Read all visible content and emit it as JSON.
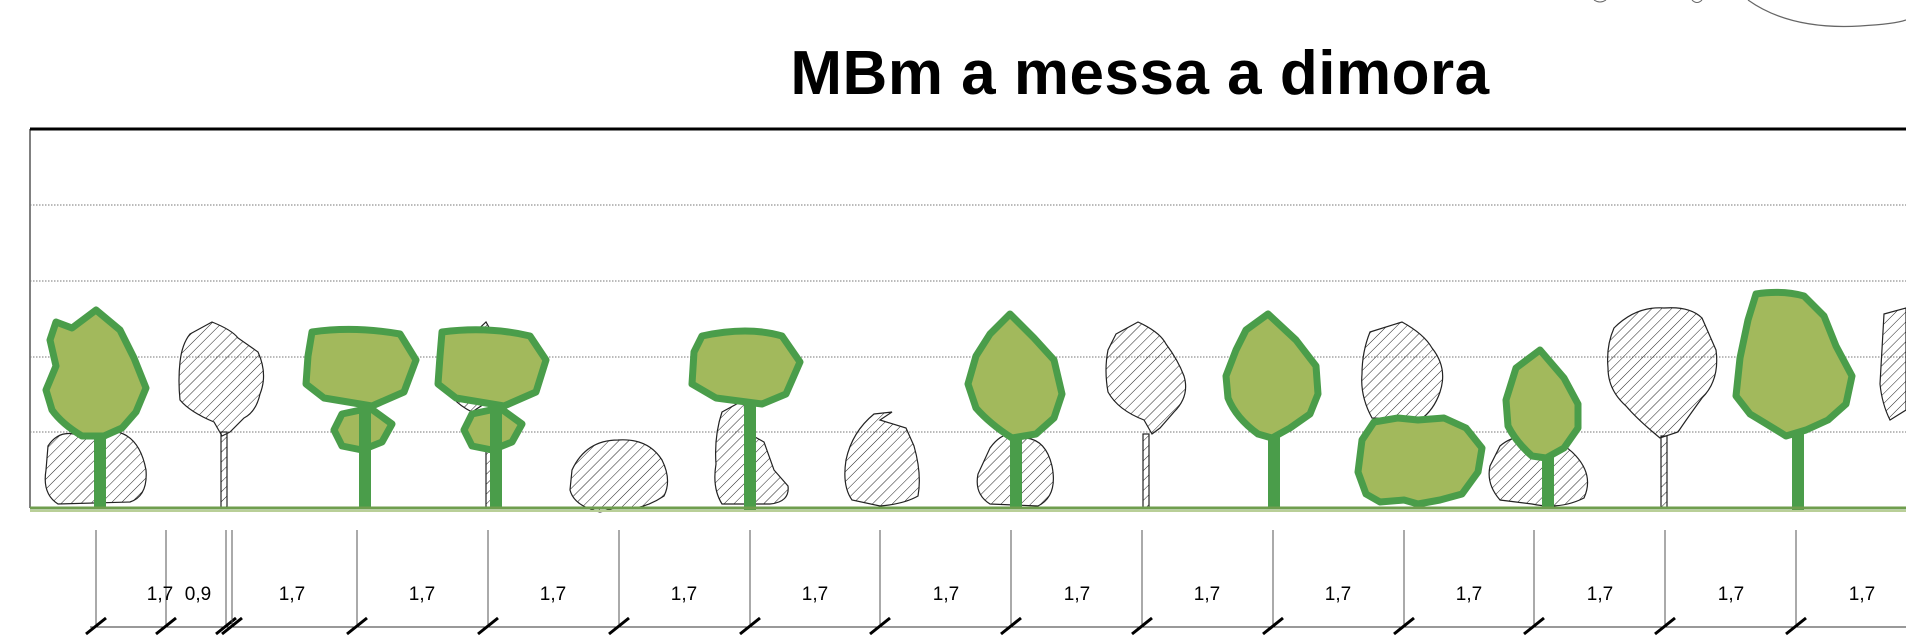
{
  "title": "MBm a messa a dimora",
  "colors": {
    "planted_fill": "#a2b95c",
    "planted_stroke": "#4a9d4a",
    "ground": "#6f9e4e",
    "existing_stroke": "#222222"
  },
  "dimension_labels": [
    "1,7",
    "0,9",
    "1,7",
    "1,7",
    "1,7",
    "1,7",
    "1,7",
    "1,7",
    "1,7",
    "1,7",
    "1,7",
    "1,7",
    "1,7",
    "1,7",
    "1,7"
  ],
  "plants": [
    {
      "type": "planted",
      "icon": "green-tree-icon"
    },
    {
      "type": "existing",
      "icon": "hatched-shrub-icon"
    },
    {
      "type": "existing",
      "icon": "hatched-tree-icon"
    },
    {
      "type": "planted",
      "icon": "green-tree-icon"
    },
    {
      "type": "planted",
      "icon": "green-tree-icon"
    },
    {
      "type": "existing",
      "icon": "hatched-shrub-icon"
    },
    {
      "type": "planted",
      "icon": "green-tree-icon"
    },
    {
      "type": "existing",
      "icon": "hatched-shrub-icon"
    },
    {
      "type": "planted",
      "icon": "green-tree-icon"
    },
    {
      "type": "existing",
      "icon": "hatched-tree-icon"
    },
    {
      "type": "planted",
      "icon": "green-tree-icon"
    },
    {
      "type": "planted",
      "icon": "green-shrub-icon"
    },
    {
      "type": "planted",
      "icon": "green-tree-icon"
    },
    {
      "type": "existing",
      "icon": "hatched-tree-icon"
    },
    {
      "type": "planted",
      "icon": "green-tree-icon"
    }
  ]
}
